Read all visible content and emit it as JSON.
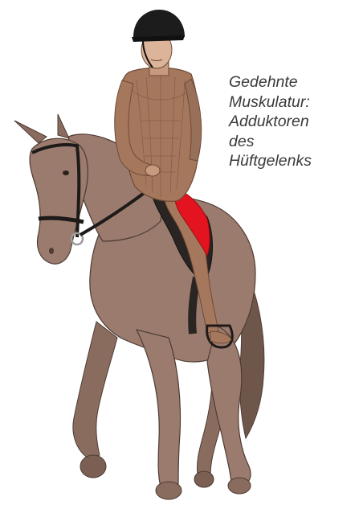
{
  "caption": {
    "lines": [
      "Gedehnte",
      "Muskulatur:",
      "Adduktoren",
      "des",
      "Hüftgelenks"
    ]
  },
  "colors": {
    "horse": "#9a7b6e",
    "horse_dark": "#6f564a",
    "muscle": "#a5785e",
    "highlight": "#e3141f",
    "tack": "#1e1a19",
    "helmet": "#1c1c1c"
  }
}
